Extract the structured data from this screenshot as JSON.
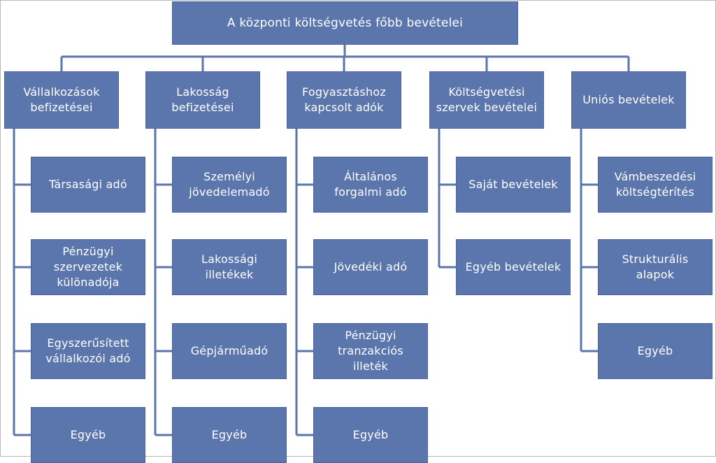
{
  "root": "A központi költségvetés főbb bevételei",
  "categories": [
    {
      "label": "Vállalkozások\nbefizetései",
      "items": [
        "Társasági adó",
        "Pénzügyi\nszervezetek\nkülönadója",
        "Egyszerűsített\nvállalkozói adó",
        "Egyéb"
      ]
    },
    {
      "label": "Lakosság\nbefizetései",
      "items": [
        "Személyi\njövedelemadó",
        "Lakossági\nilletékek",
        "Gépjárműadó",
        "Egyéb"
      ]
    },
    {
      "label": "Fogyasztáshoz\nkapcsolt adók",
      "items": [
        "Általános\nforgalmi adó",
        "Jövedéki adó",
        "Pénzügyi\ntranzakciós\nilleték",
        "Egyéb"
      ]
    },
    {
      "label": "Költségvetési\nszervek bevételei",
      "items": [
        "Saját bevételek",
        "Egyéb bevételek"
      ]
    },
    {
      "label": "Uniós bevételek",
      "items": [
        "Vámbeszedési\nköltségtérítés",
        "Strukturális\nalapok",
        "Egyéb"
      ]
    }
  ],
  "colors": {
    "box_fill": "#5b76ad",
    "box_border": "#4a6299",
    "text": "#ffffff",
    "connector": "#5b76ad"
  }
}
